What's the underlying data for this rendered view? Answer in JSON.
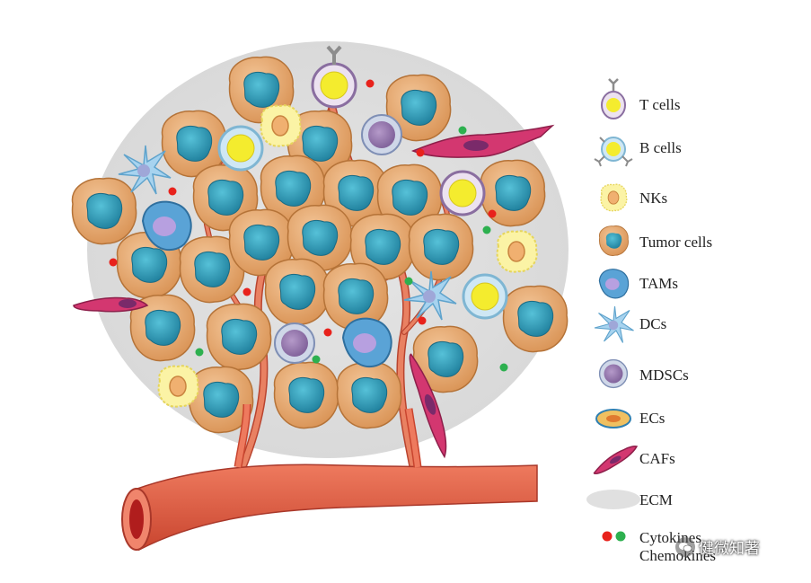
{
  "legend": {
    "items": [
      {
        "icon": "t-cell-icon",
        "label": "T cells"
      },
      {
        "icon": "b-cell-icon",
        "label": "B cells"
      },
      {
        "icon": "nk-cell-icon",
        "label": "NKs"
      },
      {
        "icon": "tumor-cell-icon",
        "label": "Tumor cells"
      },
      {
        "icon": "tam-icon",
        "label": "TAMs"
      },
      {
        "icon": "dendritic-cell-icon",
        "label": "DCs"
      },
      {
        "icon": "mdsc-icon",
        "label": "MDSCs"
      },
      {
        "icon": "endothelial-cell-icon",
        "label": "ECs"
      },
      {
        "icon": "caf-icon",
        "label": "CAFs"
      },
      {
        "icon": "ecm-icon",
        "label": "ECM"
      },
      {
        "icon": "cytokine-dots-icon",
        "label": "Cytokines"
      },
      {
        "icon": "",
        "label": "Chemokines"
      }
    ]
  },
  "watermark": {
    "text": "健微知著",
    "icon": "wechat-icon"
  },
  "colors": {
    "tumor_fill": "#e8a66a",
    "tumor_nucleus": "#2b9dbb",
    "vessel": "#d9573f",
    "ecm": "#e2e2e2",
    "t_cell": "#f4ec2e",
    "cytokine_red": "#e8221c",
    "chemokine_green": "#2db04f"
  }
}
